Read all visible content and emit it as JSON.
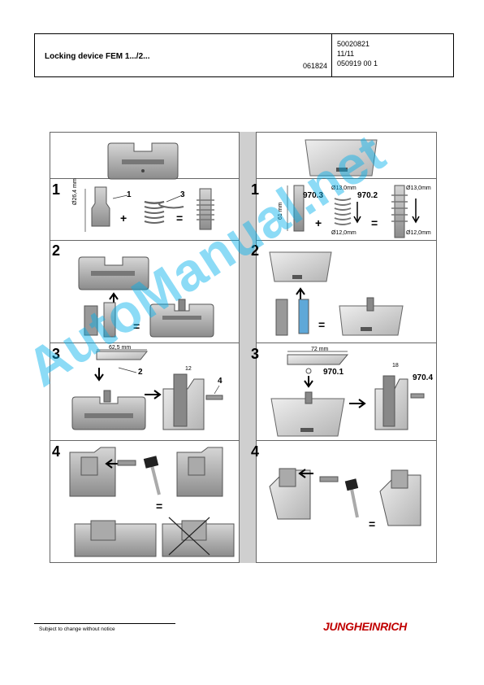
{
  "header": {
    "title": "Locking device FEM 1.../2...",
    "doc_number": "061824",
    "right_lines": [
      "50020821",
      "11/11",
      "050919 00 1"
    ]
  },
  "steps": {
    "left": [
      "1",
      "2",
      "3",
      "4"
    ],
    "right": [
      "1",
      "2",
      "3",
      "4"
    ]
  },
  "labels": {
    "l1_dim": "Ø26,4 mm",
    "l1_part1": "1",
    "l1_part3": "3",
    "l3_dim": "62,5 mm",
    "l3_dim2": "12",
    "l3_part2": "2",
    "l3_part4": "4",
    "r1_len": "61 mm",
    "r1_pin": "970.3",
    "r1_spring": "970.2",
    "r1_d13a": "Ø13,0mm",
    "r1_d12a": "Ø12,0mm",
    "r1_d13b": "Ø13,0mm",
    "r1_d12b": "Ø12,0mm",
    "r3_dim": "72 mm",
    "r3_plate": "970.1",
    "r3_dim2": "18",
    "r3_pin": "970.4",
    "plus": "+",
    "equals": "="
  },
  "watermark": "AutoManual.net",
  "footer": {
    "note": "Subject to change without notice",
    "logo": "JUNGHEINRICH"
  }
}
